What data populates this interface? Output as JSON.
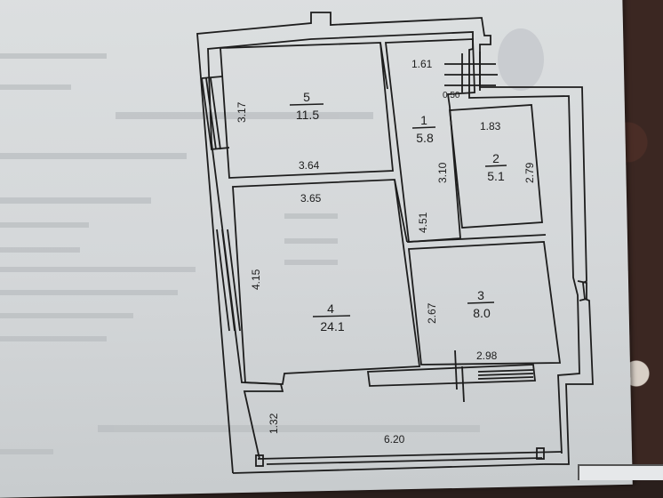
{
  "rooms": [
    {
      "number": "5",
      "area": "11.5"
    },
    {
      "number": "1",
      "area": "5.8"
    },
    {
      "number": "2",
      "area": "5.1"
    },
    {
      "number": "4",
      "area": "24.1"
    },
    {
      "number": "3",
      "area": "8.0"
    }
  ],
  "dimensions": {
    "room5_height": "3.17",
    "room5_width": "3.64",
    "room4_width": "3.65",
    "room4_height": "4.15",
    "room1_top_width": "1.61",
    "room1_gap": "0.50",
    "room1_height": "4.51",
    "room1_inner": "3.10",
    "room2_width": "1.83",
    "room2_height": "2.79",
    "room3_height": "2.67",
    "room3_width": "2.98",
    "balcony_depth": "1.32",
    "balcony_width": "6.20"
  },
  "colors": {
    "ink": "#1d1d1d",
    "paper": "#d6d9db"
  }
}
